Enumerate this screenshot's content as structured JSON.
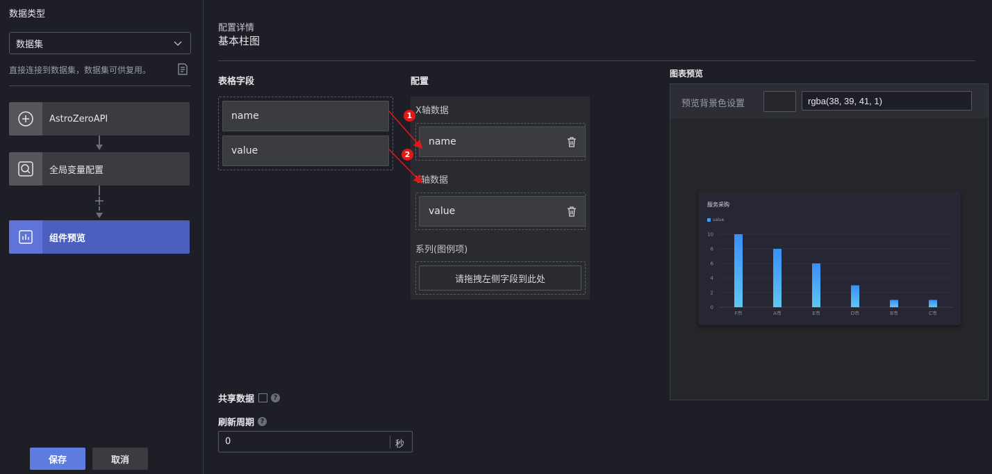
{
  "left": {
    "title": "数据类型",
    "select_value": "数据集",
    "hint": "直接连接到数据集，数据集可供复用。",
    "steps": [
      {
        "label": "AstroZeroAPI",
        "icon": "plus-circle-icon"
      },
      {
        "label": "全局变量配置",
        "icon": "search-variable-icon"
      },
      {
        "label": "组件预览",
        "icon": "chart-icon"
      }
    ],
    "save_label": "保存",
    "cancel_label": "取消"
  },
  "main": {
    "config_label": "配置详情",
    "config_title": "基本柱图",
    "table_fields_title": "表格字段",
    "fields": [
      "name",
      "value"
    ],
    "config_title_section": "配置",
    "x_axis_label": "X轴数据",
    "x_axis_value": "name",
    "y_axis_label": "Y轴数据",
    "y_axis_value": "value",
    "series_label": "系列(图例项)",
    "series_drop_hint": "请拖拽左侧字段到此处",
    "share_label": "共享数据",
    "refresh_label": "刷新周期",
    "refresh_value": "0",
    "refresh_unit": "秒",
    "badges": [
      "1",
      "2"
    ]
  },
  "preview": {
    "title": "图表预览",
    "bg_label": "预览背景色设置",
    "bg_value": "rgba(38, 39, 41, 1)"
  },
  "chart_data": {
    "type": "bar",
    "title": "服务采购",
    "legend": [
      "value"
    ],
    "categories": [
      "F市",
      "A市",
      "E市",
      "D市",
      "B市",
      "C市"
    ],
    "series": [
      {
        "name": "value",
        "values": [
          10,
          8,
          6,
          3,
          1,
          1
        ]
      }
    ],
    "yticks": [
      0,
      2,
      4,
      6,
      8,
      10
    ],
    "ylim": [
      0,
      10
    ],
    "bar_color": "#3ea0ff"
  },
  "colors": {
    "accent": "#5e7ce0",
    "active_step": "#4b5fbf",
    "badge": "#e01818",
    "arrow": "#e01818"
  }
}
